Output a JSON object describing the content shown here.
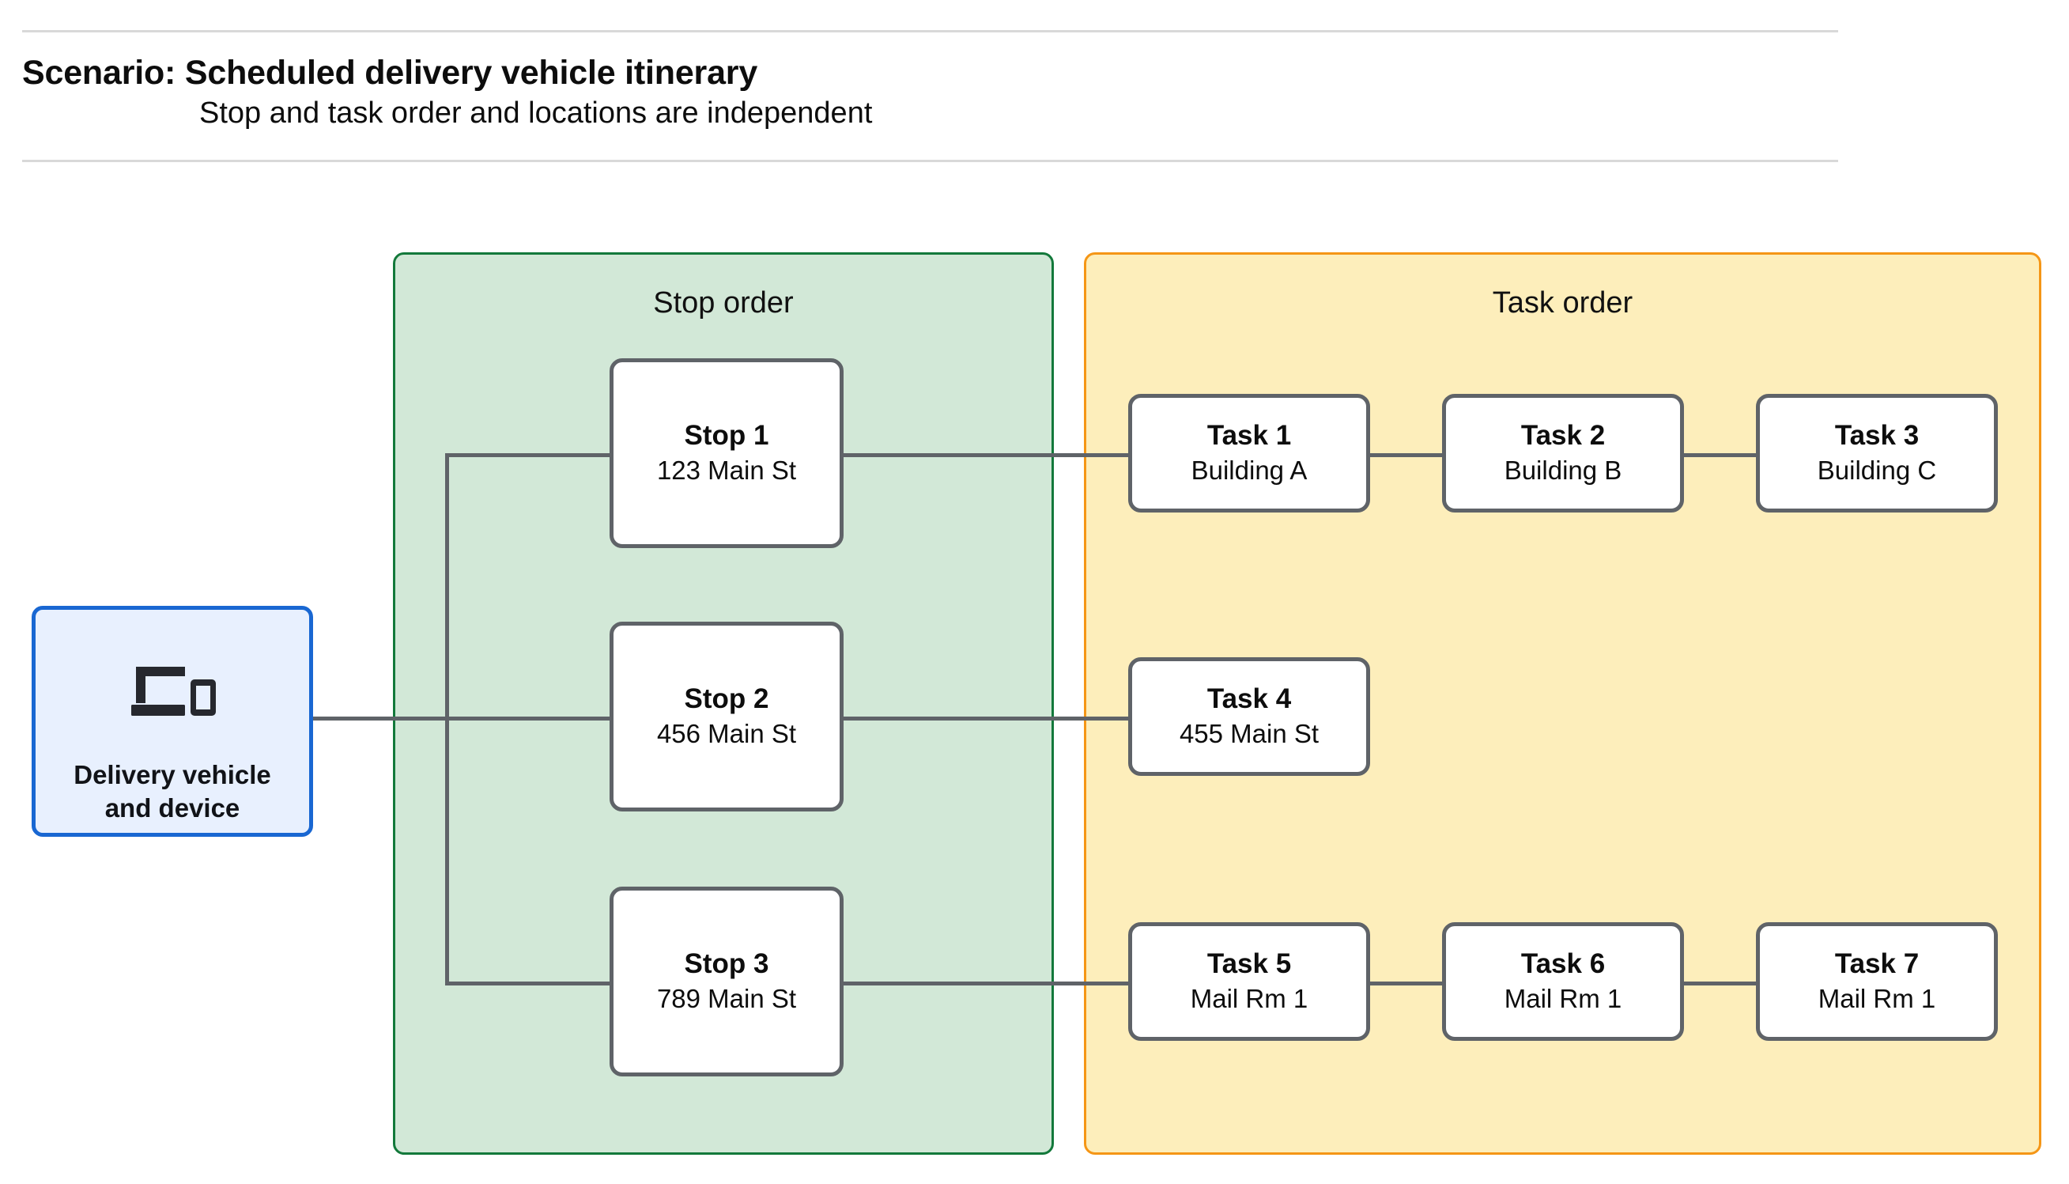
{
  "header": {
    "title": "Scenario: Scheduled delivery vehicle itinerary",
    "subtitle": "Stop and task order and locations are independent"
  },
  "device": {
    "icon": "laptop-and-phone-icon",
    "label": "Delivery vehicle\nand device"
  },
  "groups": {
    "stop": {
      "title": "Stop order",
      "fill": "#d2e8d7",
      "border": "#13793b"
    },
    "task": {
      "title": "Task order",
      "fill": "#fdeebb",
      "border": "#f59616"
    }
  },
  "stops": [
    {
      "title": "Stop 1",
      "sub": "123 Main St"
    },
    {
      "title": "Stop 2",
      "sub": "456 Main St"
    },
    {
      "title": "Stop 3",
      "sub": "789 Main St"
    }
  ],
  "tasks": [
    {
      "title": "Task 1",
      "sub": "Building A"
    },
    {
      "title": "Task 2",
      "sub": "Building B"
    },
    {
      "title": "Task 3",
      "sub": "Building C"
    },
    {
      "title": "Task 4",
      "sub": "455 Main St"
    },
    {
      "title": "Task 5",
      "sub": "Mail Rm 1"
    },
    {
      "title": "Task 6",
      "sub": "Mail Rm 1"
    },
    {
      "title": "Task 7",
      "sub": "Mail Rm 1"
    }
  ],
  "colors": {
    "node_border": "#5f6368",
    "connector": "#5f6368",
    "device_border": "#1967d2",
    "device_fill": "#e8f0fe",
    "rule": "#d9d9d9"
  }
}
